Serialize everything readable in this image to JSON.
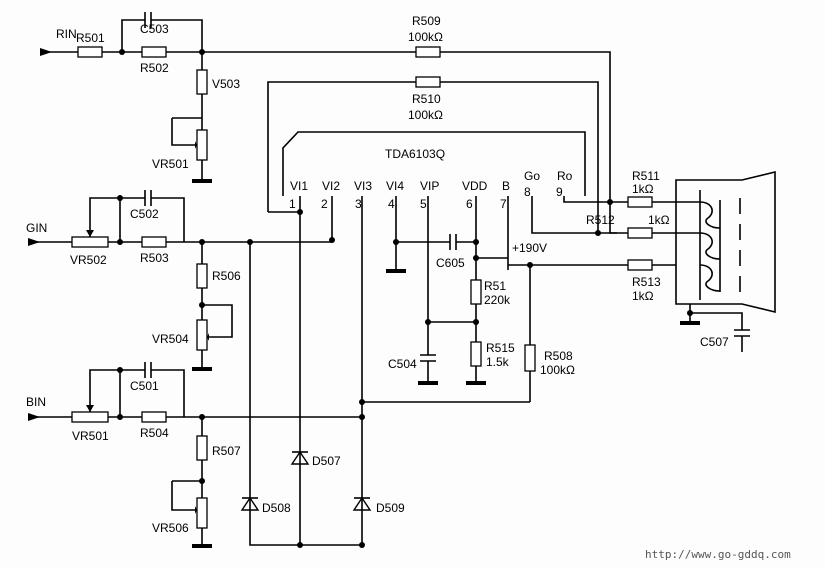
{
  "inputs": {
    "rin": "RIN",
    "gin": "GIN",
    "bin": "BIN"
  },
  "resistors": {
    "r501": "R501",
    "r502": "R502",
    "r503": "R503",
    "r504": "R504",
    "r506": "R506",
    "r507": "R507",
    "r508": "R508",
    "r508_val": "100kΩ",
    "r509": "R509",
    "r509_val": "100kΩ",
    "r510": "R510",
    "r510_val": "100kΩ",
    "r511": "R511",
    "r511_val": "1kΩ",
    "r512": "R512",
    "r512_val": "1kΩ",
    "r513": "R513",
    "r513_val": "1kΩ",
    "r514": "R51",
    "r514_val": "220k",
    "r515": "R515",
    "r515_val": "1.5k",
    "v503": "V503"
  },
  "pots": {
    "vr501_red": "VR501",
    "vr502": "VR502",
    "vr504": "VR504",
    "vr501_blue": "VR501",
    "vr506": "VR506"
  },
  "capacitors": {
    "c501": "C501",
    "c502": "C502",
    "c503": "C503",
    "c504": "C504",
    "c507": "C507",
    "c605": "C605"
  },
  "diodes": {
    "d507": "D507",
    "d508": "D508",
    "d509": "D509"
  },
  "ic": {
    "name": "TDA6103Q",
    "pins": [
      {
        "label": "VI1",
        "num": "1"
      },
      {
        "label": "VI2",
        "num": "2"
      },
      {
        "label": "VI3",
        "num": "3"
      },
      {
        "label": "VI4",
        "num": "4"
      },
      {
        "label": "VIP",
        "num": "5"
      },
      {
        "label": "VDD",
        "num": "6"
      },
      {
        "label": "B",
        "num": "7"
      },
      {
        "label": "Go",
        "num": "8"
      },
      {
        "label": "Ro",
        "num": "9"
      }
    ]
  },
  "supply": "+190V",
  "watermark": "http://www.go-gddq.com"
}
